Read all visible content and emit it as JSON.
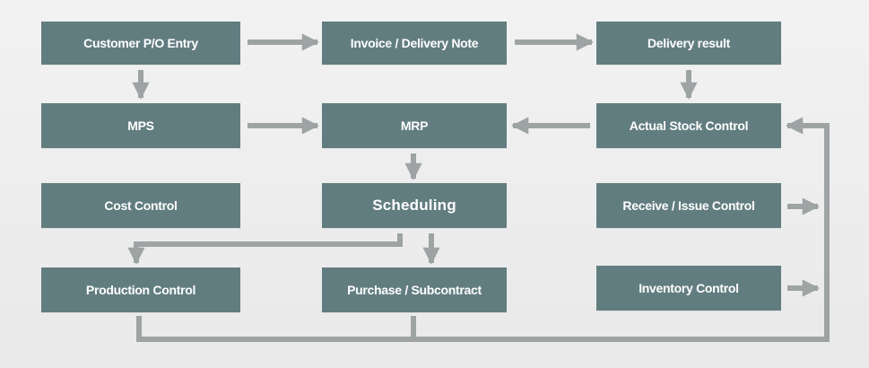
{
  "colors": {
    "box_fill": "#627d80",
    "box_text": "#ffffff",
    "connector": "#9ea3a4",
    "background": "#efefef"
  },
  "boxes": {
    "customer_po_entry": "Customer P/O Entry",
    "invoice_delivery_note": "Invoice / Delivery Note",
    "delivery_result": "Delivery result",
    "mps": "MPS",
    "mrp": "MRP",
    "actual_stock_control": "Actual Stock Control",
    "cost_control": "Cost Control",
    "scheduling": "Scheduling",
    "receive_issue_control": "Receive / Issue Control",
    "production_control": "Production Control",
    "purchase_subcontract": "Purchase / Subcontract",
    "inventory_control": "Inventory Control"
  },
  "flows": [
    {
      "from": "Customer P/O Entry",
      "to": "Invoice / Delivery Note"
    },
    {
      "from": "Invoice / Delivery Note",
      "to": "Delivery result"
    },
    {
      "from": "Customer P/O Entry",
      "to": "MPS"
    },
    {
      "from": "Delivery result",
      "to": "Actual Stock Control"
    },
    {
      "from": "MPS",
      "to": "MRP"
    },
    {
      "from": "Actual Stock Control",
      "to": "MRP"
    },
    {
      "from": "MRP",
      "to": "Scheduling"
    },
    {
      "from": "Scheduling",
      "to": "Production Control"
    },
    {
      "from": "Scheduling",
      "to": "Purchase / Subcontract"
    },
    {
      "from": "Receive / Issue Control",
      "to": "Actual Stock Control"
    },
    {
      "from": "Inventory Control",
      "to": "Actual Stock Control"
    },
    {
      "from": "Production Control",
      "to": "Actual Stock Control"
    },
    {
      "from": "Purchase / Subcontract",
      "to": "Actual Stock Control"
    }
  ]
}
